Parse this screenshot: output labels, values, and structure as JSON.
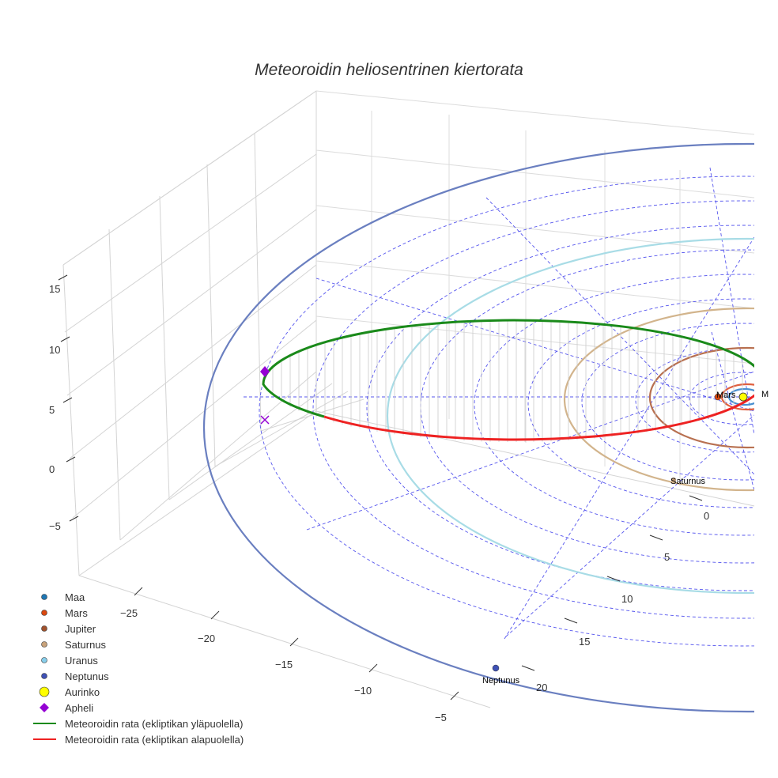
{
  "chart_data": {
    "type": "line3d",
    "title": "Meteoroidin heliosentrinen kiertorata",
    "x_ticks": [
      "−25",
      "−20",
      "−15",
      "−10",
      "−5"
    ],
    "y_ticks": [
      "0",
      "5",
      "10",
      "15",
      "20"
    ],
    "z_ticks": [
      "−5",
      "0",
      "5",
      "10",
      "15"
    ],
    "grid": true,
    "legend_position": "bottom-left",
    "planet_labels": [
      "Mars",
      "M",
      "Saturnus",
      "Neptunus"
    ],
    "series": [
      {
        "name": "Maa",
        "kind": "marker",
        "color": "#1f77b4"
      },
      {
        "name": "Mars",
        "kind": "marker",
        "color": "#d9480f"
      },
      {
        "name": "Jupiter",
        "kind": "marker",
        "color": "#a0522d"
      },
      {
        "name": "Saturnus",
        "kind": "marker",
        "color": "#c8a27a"
      },
      {
        "name": "Uranus",
        "kind": "marker",
        "color": "#87ceeb"
      },
      {
        "name": "Neptunus",
        "kind": "marker",
        "color": "#3f51b5"
      },
      {
        "name": "Aurinko",
        "kind": "marker-large",
        "color": "#ffff00"
      },
      {
        "name": "Apheli",
        "kind": "diamond",
        "color": "#9400d3"
      },
      {
        "name": "Meteoroidin rata (ekliptikan yläpuolella)",
        "kind": "line",
        "color": "#1a8a1a"
      },
      {
        "name": "Meteoroidin rata (ekliptikan alapuolella)",
        "kind": "line",
        "color": "#ee2222"
      }
    ],
    "orbit_colors": {
      "neptunus": "#6a7fc0",
      "uranus": "#a8dce6",
      "saturnus": "#d2b48c",
      "jupiter": "#b87050",
      "mars": "#e06040",
      "maa": "#4a90d0"
    }
  }
}
